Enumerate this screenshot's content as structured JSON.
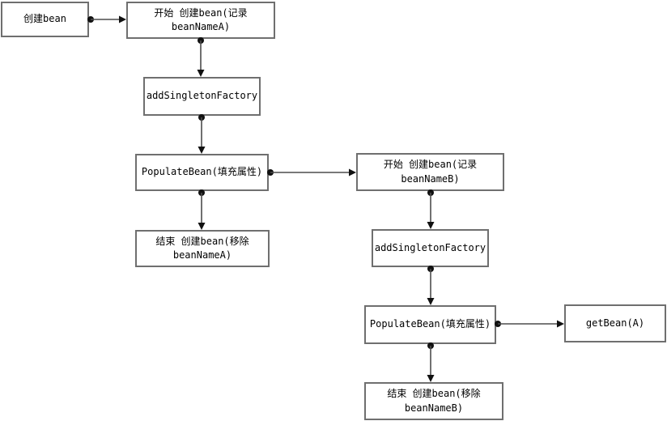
{
  "diagram": {
    "title": "spring-bean-circular-dependency-flow",
    "background_color": "#ffffff",
    "node_border_color": "#6f6f6f",
    "connector_color": "#4d4d4d",
    "nodes": {
      "create_bean": {
        "label": "创建bean"
      },
      "start_create_a": {
        "label": "开始 创建bean(记录\nbeanNameA)"
      },
      "add_singleton_factory_a": {
        "label": "addSingletonFactory"
      },
      "populate_bean_a": {
        "label": "PopulateBean(填充属性)"
      },
      "end_create_a": {
        "label": "结束 创建bean(移除\nbeanNameA)"
      },
      "start_create_b": {
        "label": "开始 创建bean(记录\nbeanNameB)"
      },
      "add_singleton_factory_b": {
        "label": "addSingletonFactory"
      },
      "populate_bean_b": {
        "label": "PopulateBean(填充属性)"
      },
      "end_create_b": {
        "label": "结束 创建bean(移除\nbeanNameB)"
      },
      "get_bean_a": {
        "label": "getBean(A)"
      }
    },
    "edges": [
      {
        "from": "create_bean",
        "to": "start_create_a"
      },
      {
        "from": "start_create_a",
        "to": "add_singleton_factory_a"
      },
      {
        "from": "add_singleton_factory_a",
        "to": "populate_bean_a"
      },
      {
        "from": "populate_bean_a",
        "to": "end_create_a"
      },
      {
        "from": "populate_bean_a",
        "to": "start_create_b"
      },
      {
        "from": "start_create_b",
        "to": "add_singleton_factory_b"
      },
      {
        "from": "add_singleton_factory_b",
        "to": "populate_bean_b"
      },
      {
        "from": "populate_bean_b",
        "to": "end_create_b"
      },
      {
        "from": "populate_bean_b",
        "to": "get_bean_a"
      }
    ]
  }
}
